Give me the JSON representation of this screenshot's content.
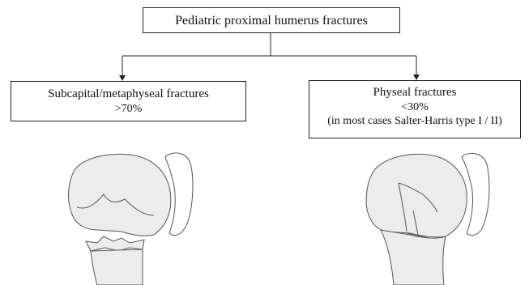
{
  "root": {
    "title": "Pediatric proximal humerus fractures"
  },
  "left": {
    "title": "Subcapital/metaphyseal fractures",
    "percent": ">70%"
  },
  "right": {
    "title": "Physeal fractures",
    "percent": "<30%",
    "note": "(in most cases Salter-Harris type I / II)"
  },
  "colors": {
    "line": "#222222",
    "bone_fill": "#ececec",
    "bone_stroke": "#555555"
  }
}
